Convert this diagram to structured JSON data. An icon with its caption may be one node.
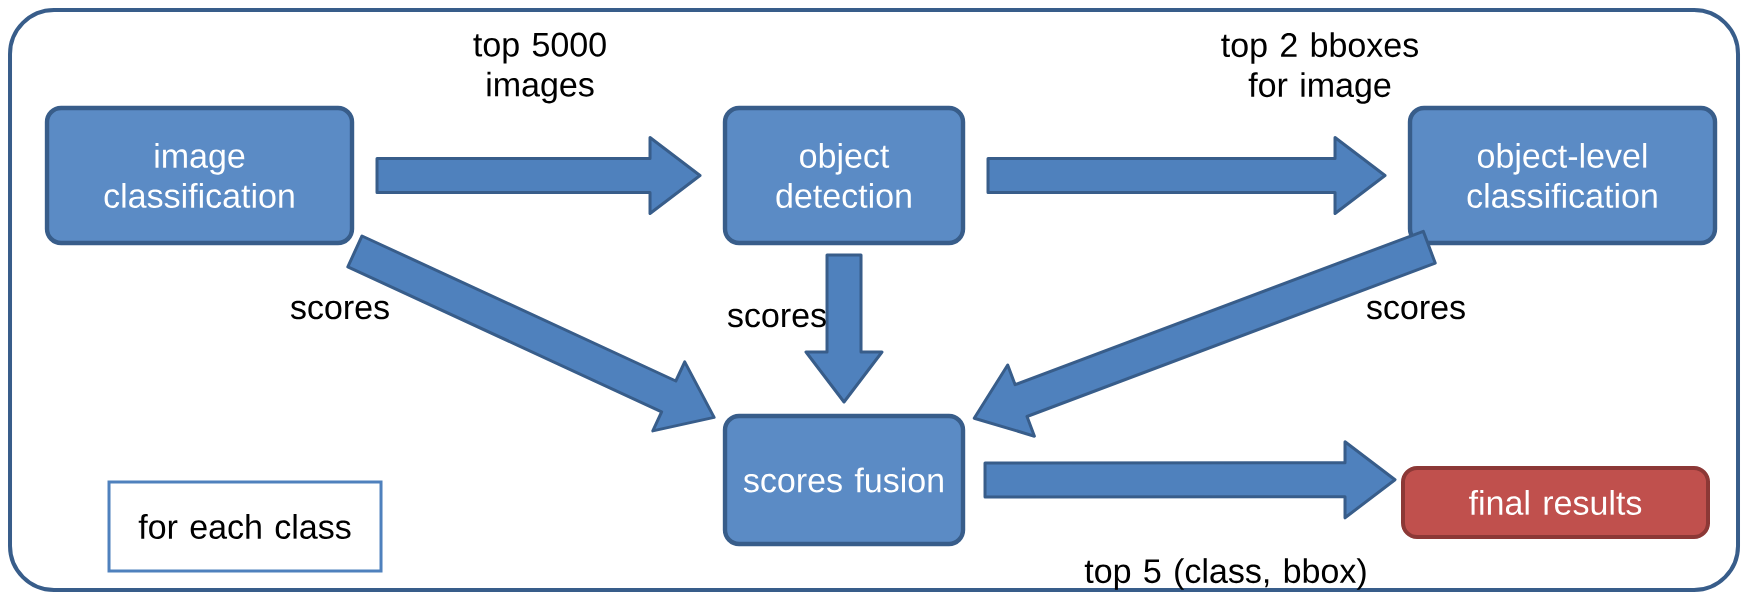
{
  "diagram": {
    "nodes": [
      {
        "text": [
          "image classification"
        ]
      },
      {
        "text": [
          "object detection"
        ]
      },
      {
        "text": [
          "object-level classification"
        ]
      },
      {
        "text": [
          "scores fusion"
        ]
      },
      {
        "text": [
          "final results"
        ]
      },
      {
        "text": [
          "for each class"
        ]
      }
    ],
    "edges": [
      {
        "from": 0,
        "to": 1,
        "arrow": "to",
        "label": "top 5000 images"
      },
      {
        "from": 1,
        "to": 2,
        "arrow": "to",
        "label": "top 2 bboxes for image"
      },
      {
        "from": 0,
        "to": 3,
        "arrow": "to",
        "label": "scores"
      },
      {
        "from": 1,
        "to": 3,
        "arrow": "to",
        "label": "scores"
      },
      {
        "from": 2,
        "to": 3,
        "arrow": "to",
        "label": "scores"
      },
      {
        "from": 3,
        "to": 4,
        "arrow": "to",
        "label": "top 5 (class, bbox)"
      }
    ]
  }
}
